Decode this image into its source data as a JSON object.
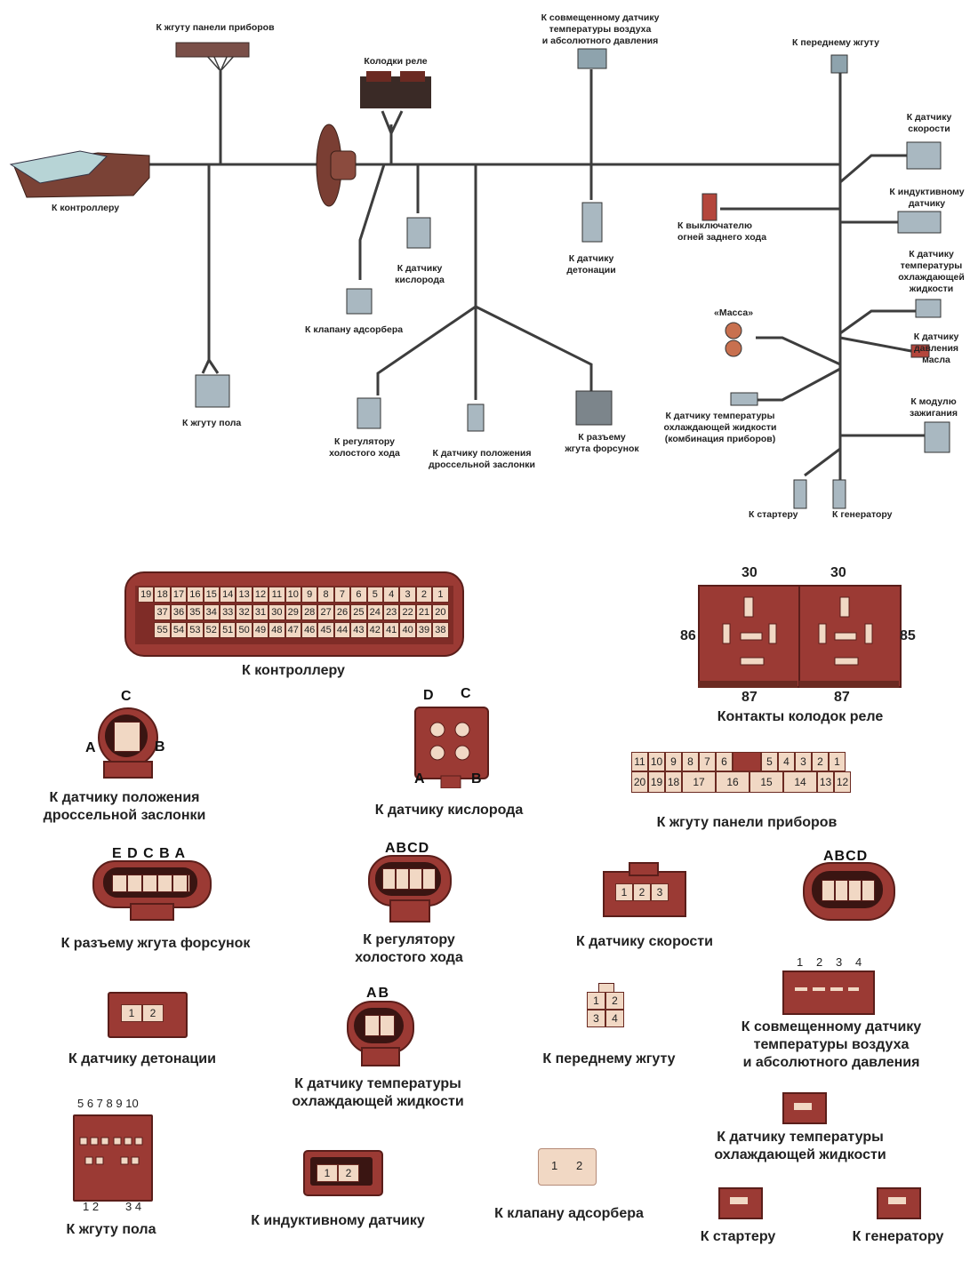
{
  "harness_labels": {
    "instrument_panel": "К жгуту панели приборов",
    "relay_blocks": "Колодки реле",
    "map_sensor": "К совмещенному датчику\nтемпературы воздуха\nи абсолютного давления",
    "front_harness": "К переднему жгуту",
    "controller": "К контроллеру",
    "speed_sensor": "К датчику\nскорости",
    "inductive_sensor": "К индуктивному\nдатчику",
    "reverse_switch": "К выключателю\nогней заднего хода",
    "oxygen_sensor": "К датчику\nкислорода",
    "knock_sensor": "К датчику\nдетонации",
    "canister_valve": "К клапану адсорбера",
    "coolant_temp": "К датчику\nтемпературы\nохлаждающей\nжидкости",
    "ground": "«Масса»",
    "oil_pressure": "К датчику\nдавления\nмасла",
    "floor_harness": "К жгуту пола",
    "coolant_temp_gauge": "К датчику температуры\nохлаждающей жидкости\n(комбинация приборов)",
    "ignition_module": "К модулю\nзажигания",
    "idle_regulator": "К регулятору\nхолостого хода",
    "throttle_sensor": "К датчику положения\nдроссельной заслонки",
    "injector_harness": "К разъему\nжгута форсунок",
    "starter": "К стартеру",
    "generator": "К генератору"
  },
  "connectors": {
    "controller": {
      "caption": "К контроллеру",
      "row1": [
        "19",
        "18",
        "17",
        "16",
        "15",
        "14",
        "13",
        "12",
        "11",
        "10",
        "9",
        "8",
        "7",
        "6",
        "5",
        "4",
        "3",
        "2",
        "1"
      ],
      "row2": [
        "37",
        "36",
        "35",
        "34",
        "33",
        "32",
        "31",
        "30",
        "29",
        "28",
        "27",
        "26",
        "25",
        "24",
        "23",
        "22",
        "21",
        "20"
      ],
      "row3": [
        "55",
        "54",
        "53",
        "52",
        "51",
        "50",
        "49",
        "48",
        "47",
        "46",
        "45",
        "44",
        "43",
        "42",
        "41",
        "40",
        "39",
        "38"
      ]
    },
    "relay": {
      "caption": "Контакты колодок реле",
      "top_left": "30",
      "top_right": "30",
      "left": "86",
      "right": "85",
      "bottom_left": "87",
      "bottom_right": "87"
    },
    "throttle": {
      "caption": "К датчику положения\nдроссельной заслонки",
      "a": "A",
      "b": "B",
      "c": "C"
    },
    "oxygen": {
      "caption": "К датчику кислорода",
      "a": "A",
      "b": "B",
      "c": "C",
      "d": "D"
    },
    "instrument_panel": {
      "caption": "К жгуту панели приборов",
      "row1": [
        "11",
        "10",
        "9",
        "8",
        "7",
        "6",
        "",
        "5",
        "4",
        "3",
        "2",
        "1"
      ],
      "row2": [
        "20",
        "19",
        "18",
        "17",
        "16",
        "15",
        "14",
        "13",
        "12"
      ]
    },
    "injector": {
      "caption": "К разъему жгута форсунок",
      "letters": "E D C B A"
    },
    "idle": {
      "caption": "К регулятору\nхолостого хода",
      "letters": "ABCD"
    },
    "speed": {
      "caption": "К датчику скорости",
      "p1": "1",
      "p2": "2",
      "p3": "3"
    },
    "ignition": {
      "letters": "ABCD"
    },
    "knock": {
      "caption": "К датчику детонации",
      "p1": "1",
      "p2": "2"
    },
    "coolant": {
      "caption": "К датчику температуры\nохлаждающей жидкости",
      "letters": "AB"
    },
    "front": {
      "caption": "К переднему жгуту",
      "p1": "1",
      "p2": "2",
      "p3": "3",
      "p4": "4"
    },
    "map": {
      "caption": "К совмещенному датчику\nтемпературы воздуха\nи абсолютного давления",
      "n1": "1",
      "n2": "2",
      "n3": "3",
      "n4": "4"
    },
    "floor": {
      "caption": "К жгуту пола",
      "top": "5 6 7 8 9 10",
      "bl": "1 2",
      "br": "3 4"
    },
    "coolant_gauge": {
      "caption": "К датчику температуры\nохлаждающей жидкости"
    },
    "inductive": {
      "caption": "К индуктивному датчику",
      "p1": "1",
      "p2": "2"
    },
    "canister": {
      "caption": "К клапану адсорбера",
      "p1": "1",
      "p2": "2"
    },
    "starter": {
      "caption": "К стартеру"
    },
    "generator": {
      "caption": "К генератору"
    }
  },
  "colors": {
    "connector": "#9b3a34",
    "connector_dark": "#5a1e1a",
    "pin_face": "#f1d8c4",
    "harness": "#3a3a3a"
  }
}
